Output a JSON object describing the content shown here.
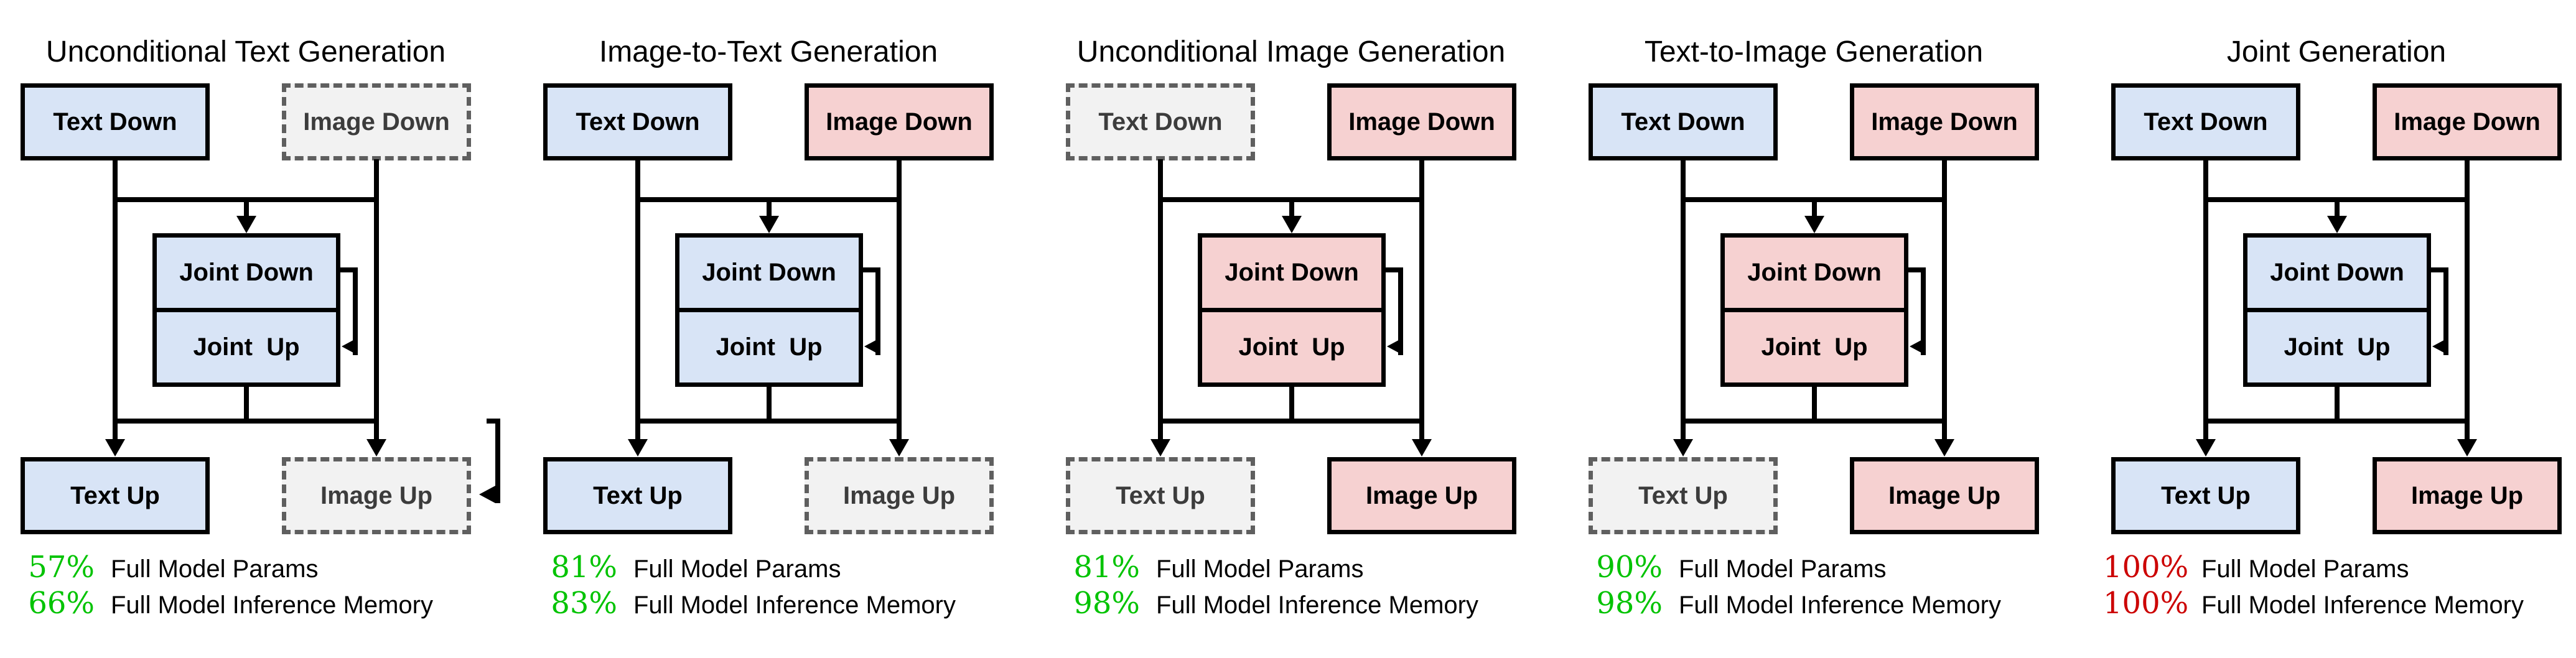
{
  "figure": {
    "box_labels": {
      "text_down": "Text Down",
      "image_down": "Image Down",
      "joint_down": "Joint Down",
      "joint_up": "Joint  Up",
      "text_up": "Text Up",
      "image_up": "Image Up"
    },
    "stat_labels": {
      "params": "Full Model Params",
      "memory": "Full Model Inference Memory"
    },
    "colors": {
      "text_branch_fill": "#d8e4f6",
      "image_branch_fill": "#f6d1d1",
      "inactive_fill": "#f2f2f2",
      "inactive_border": "#5f5f5f",
      "line": "#000000",
      "stat_green": "#00c300",
      "stat_red": "#cc0000"
    }
  },
  "panels": [
    {
      "title": "Unconditional Text Generation",
      "boxes": {
        "text_down": "text",
        "image_down": "off",
        "joint_down": "text",
        "joint_up": "text",
        "text_up": "text",
        "image_up": "off"
      },
      "stats": {
        "params_pct": "57%",
        "memory_pct": "66%",
        "tone": "good"
      },
      "loop_arrow": true
    },
    {
      "title": "Image-to-Text Generation",
      "boxes": {
        "text_down": "text",
        "image_down": "image",
        "joint_down": "text",
        "joint_up": "text",
        "text_up": "text",
        "image_up": "off"
      },
      "stats": {
        "params_pct": "81%",
        "memory_pct": "83%",
        "tone": "good"
      },
      "loop_arrow": false
    },
    {
      "title": "Unconditional Image Generation",
      "boxes": {
        "text_down": "off",
        "image_down": "image",
        "joint_down": "image",
        "joint_up": "image",
        "text_up": "off",
        "image_up": "image"
      },
      "stats": {
        "params_pct": "81%",
        "memory_pct": "98%",
        "tone": "good"
      },
      "loop_arrow": false
    },
    {
      "title": "Text-to-Image Generation",
      "boxes": {
        "text_down": "text",
        "image_down": "image",
        "joint_down": "image",
        "joint_up": "image",
        "text_up": "off",
        "image_up": "image"
      },
      "stats": {
        "params_pct": "90%",
        "memory_pct": "98%",
        "tone": "good"
      },
      "loop_arrow": false
    },
    {
      "title": "Joint Generation",
      "boxes": {
        "text_down": "text",
        "image_down": "image",
        "joint_down": "text",
        "joint_up": "text",
        "text_up": "text",
        "image_up": "image"
      },
      "stats": {
        "params_pct": "100%",
        "memory_pct": "100%",
        "tone": "full"
      },
      "loop_arrow": false
    }
  ]
}
